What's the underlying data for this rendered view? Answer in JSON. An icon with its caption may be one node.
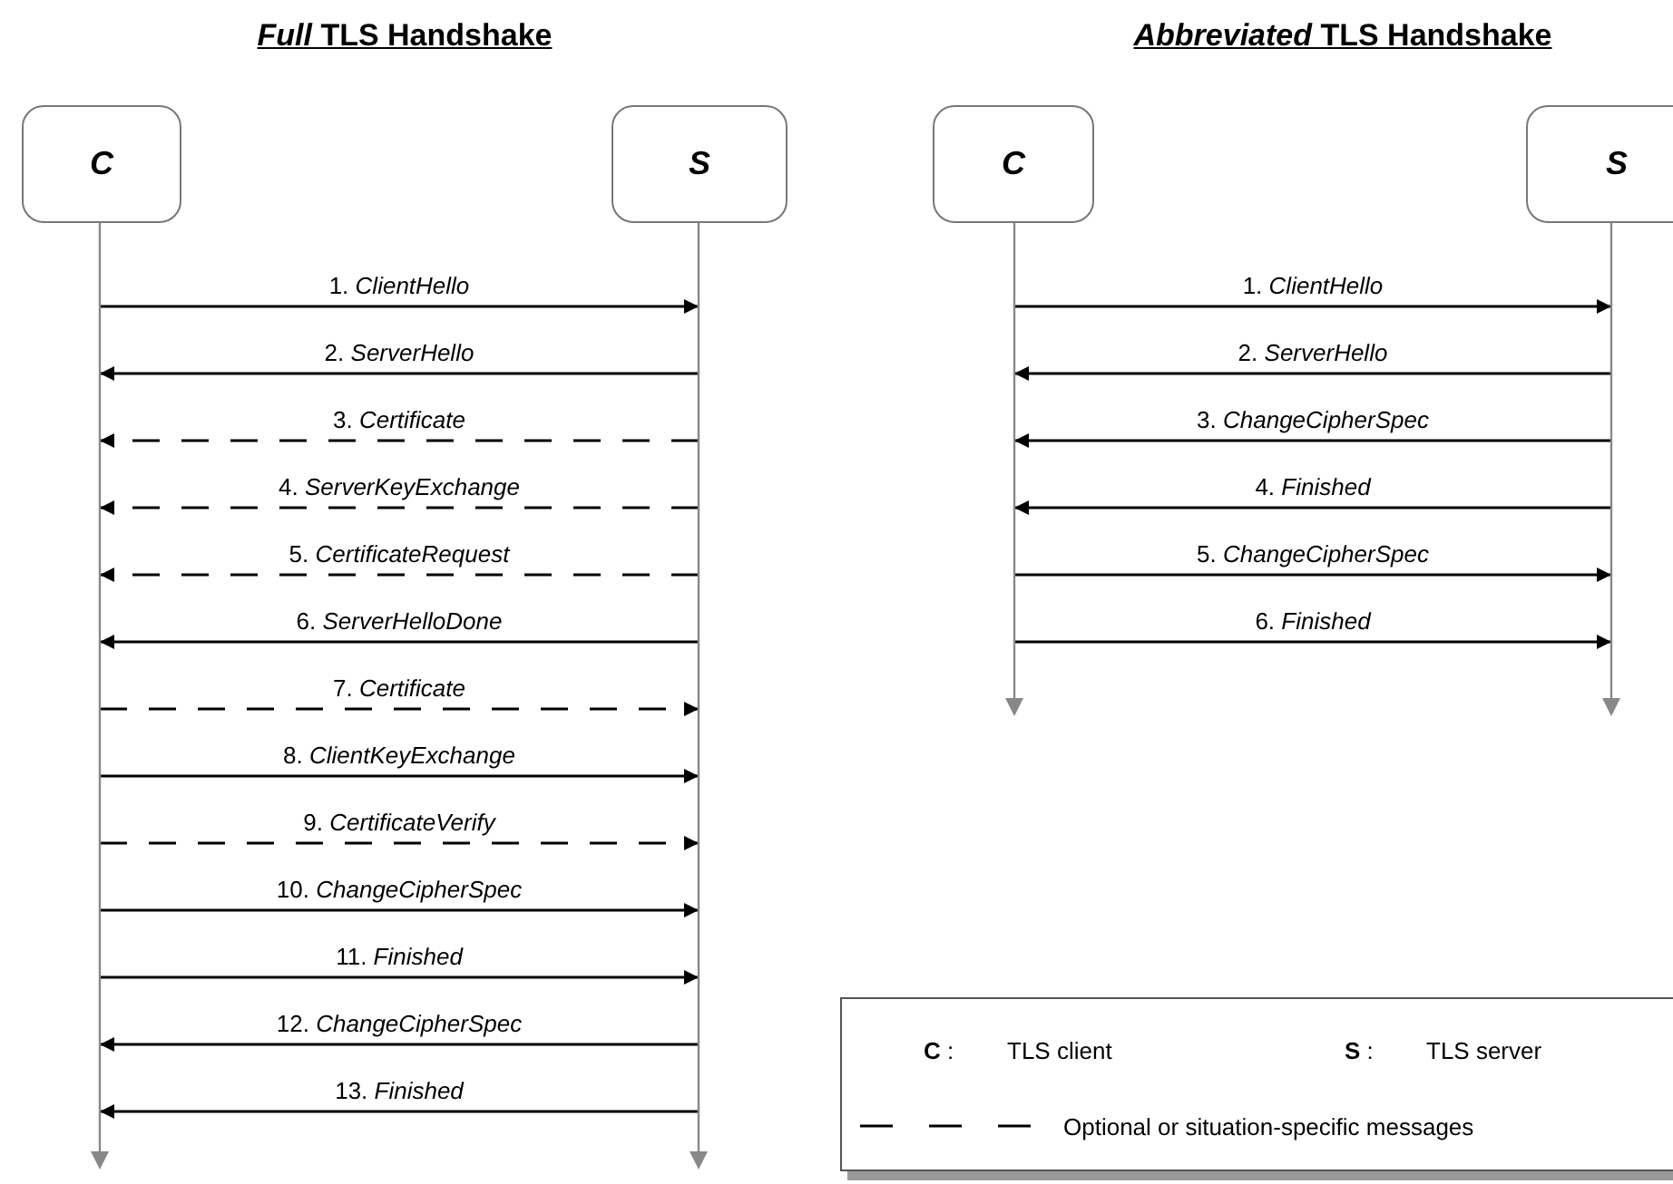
{
  "diagram": {
    "nodes": [
      {
        "text": [
          "C"
        ]
      },
      {
        "text": [
          "S"
        ]
      },
      {
        "text": [
          "C"
        ]
      },
      {
        "text": [
          "S"
        ]
      }
    ],
    "edges": [
      {
        "from": 0,
        "to": 1,
        "arrow": "to",
        "label": "1. *ClientHello*"
      },
      {
        "from": 1,
        "to": 0,
        "arrow": "to",
        "label": "2. *ServerHello*"
      },
      {
        "from": 1,
        "to": 0,
        "arrow": "to",
        "label": "3. *Certificate*",
        "style": "dashed"
      },
      {
        "from": 1,
        "to": 0,
        "arrow": "to",
        "label": "4. *ServerKeyExchange*",
        "style": "dashed"
      },
      {
        "from": 1,
        "to": 0,
        "arrow": "to",
        "label": "5. *CertificateRequest*",
        "style": "dashed"
      },
      {
        "from": 1,
        "to": 0,
        "arrow": "to",
        "label": "6. *ServerHelloDone*"
      },
      {
        "from": 0,
        "to": 1,
        "arrow": "to",
        "label": "7. *Certificate*",
        "style": "dashed"
      },
      {
        "from": 0,
        "to": 1,
        "arrow": "to",
        "label": "8. *ClientKeyExchange*"
      },
      {
        "from": 0,
        "to": 1,
        "arrow": "to",
        "label": "9. *CertificateVerify*",
        "style": "dashed"
      },
      {
        "from": 0,
        "to": 1,
        "arrow": "to",
        "label": "10. *ChangeCipherSpec*"
      },
      {
        "from": 0,
        "to": 1,
        "arrow": "to",
        "label": "11. *Finished*"
      },
      {
        "from": 1,
        "to": 0,
        "arrow": "to",
        "label": "12. *ChangeCipherSpec*"
      },
      {
        "from": 1,
        "to": 0,
        "arrow": "to",
        "label": "13. *Finished*"
      },
      {
        "from": 2,
        "to": 3,
        "arrow": "to",
        "label": "1. *ClientHello*"
      },
      {
        "from": 3,
        "to": 2,
        "arrow": "to",
        "label": "2. *ServerHello*"
      },
      {
        "from": 3,
        "to": 2,
        "arrow": "to",
        "label": "3. *ChangeCipherSpec*"
      },
      {
        "from": 3,
        "to": 2,
        "arrow": "to",
        "label": "4. *Finished*"
      },
      {
        "from": 2,
        "to": 3,
        "arrow": "to",
        "label": "5. *ChangeCipherSpec*"
      },
      {
        "from": 2,
        "to": 3,
        "arrow": "to",
        "label": "6. *Finished*"
      }
    ],
    "labels": [
      "*Full* TLS Handshake",
      "*Abbreviated* TLS Handshake",
      "**C** :",
      "**S** :"
    ],
    "legend": [
      {
        "text": "TLS client"
      },
      {
        "text": "TLS server"
      },
      {
        "text": "Optional or situation-specific messages"
      }
    ]
  }
}
